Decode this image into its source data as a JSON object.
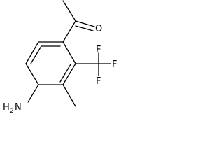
{
  "molecule": {
    "atoms": {
      "oxygen": "O",
      "fluorine_top": "F",
      "fluorine_middle": "F",
      "fluorine_bottom": "F",
      "amine_h": "H",
      "amine_sub": "2",
      "amine_n": "N"
    }
  }
}
